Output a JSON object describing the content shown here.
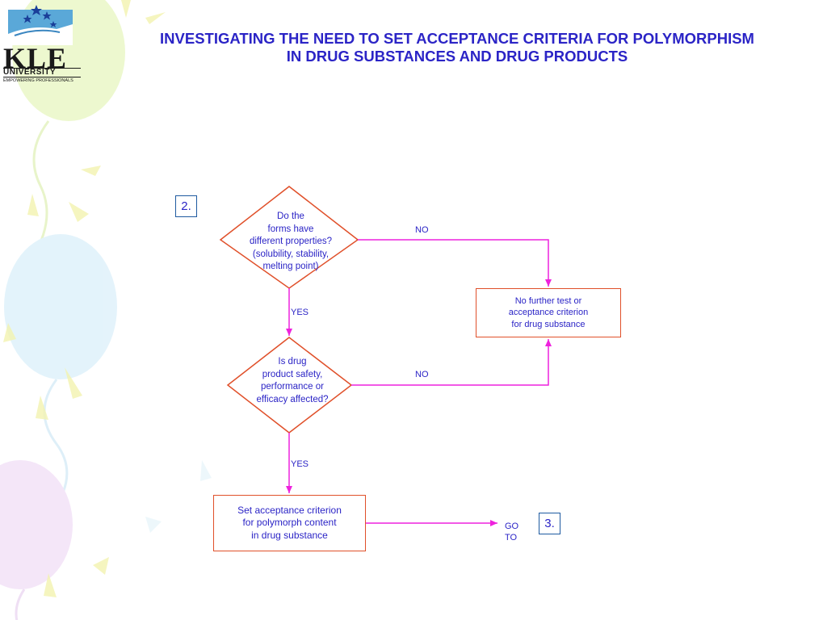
{
  "logo": {
    "wordmark": "KLE",
    "university": "UNIVERSITY",
    "tagline": "EMPOWERING PROFESSIONALS"
  },
  "title": {
    "line1": "INVESTIGATING THE NEED TO SET ACCEPTANCE CRITERIA FOR POLYMORPHISM",
    "line2": "IN DRUG SUBSTANCES AND DRUG PRODUCTS"
  },
  "flowchart": {
    "step_start": "2.",
    "decision1": {
      "lines": [
        "Do the",
        "forms have",
        "different properties?",
        "(solubility, stability,",
        "melting point)"
      ]
    },
    "decision2": {
      "lines": [
        "Is drug",
        "product safety,",
        "performance or",
        "efficacy affected?"
      ]
    },
    "outcome_no": {
      "lines": [
        "No further test or",
        "acceptance criterion",
        "for drug substance"
      ]
    },
    "outcome_yes": {
      "lines": [
        "Set acceptance criterion",
        "for polymorph content",
        "in drug substance"
      ]
    },
    "labels": {
      "yes1": "YES",
      "yes2": "YES",
      "no1": "NO",
      "no2": "NO"
    },
    "goto": {
      "line1": "GO",
      "line2": "TO"
    },
    "step_next": "3."
  },
  "colors": {
    "title": "#2b24c6",
    "shape_border": "#e0502a",
    "connector": "#ee22dd",
    "step_box_border": "#1e5aa0"
  }
}
